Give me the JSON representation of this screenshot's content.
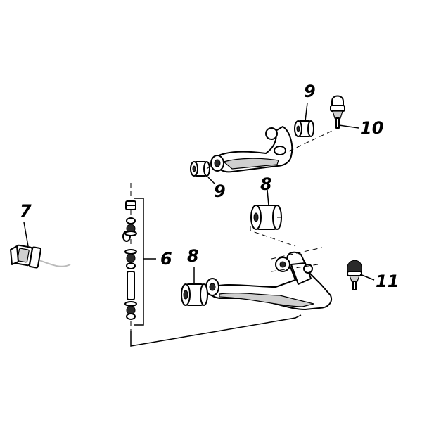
{
  "diagram": {
    "callouts": {
      "stabilizer_bar": "7",
      "link_kit": "6",
      "upper_bushing_rear": "9",
      "upper_bushing_front": "9",
      "upper_ball_joint": "10",
      "lower_bushing_rear": "8",
      "lower_bushing_front": "8",
      "lower_ball_joint": "11"
    }
  }
}
